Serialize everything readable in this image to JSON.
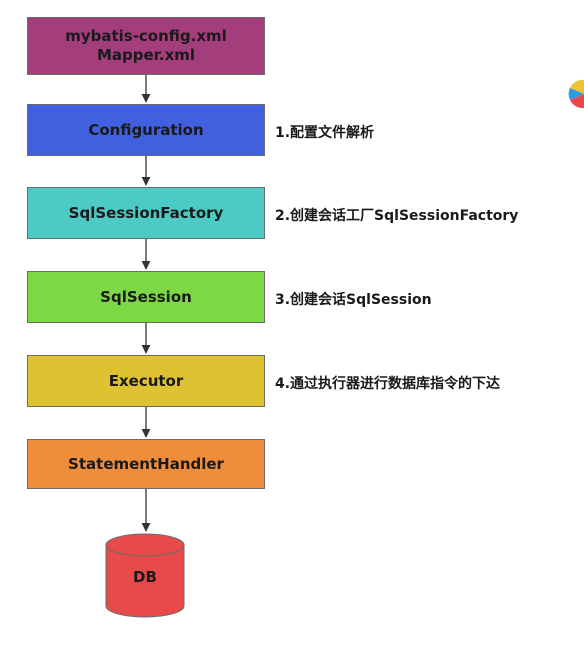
{
  "boxes": {
    "config_files": {
      "line1": "mybatis-config.xml",
      "line2": "Mapper.xml"
    },
    "configuration": "Configuration",
    "factory": "SqlSessionFactory",
    "session": "SqlSession",
    "executor": "Executor",
    "handler": "StatementHandler",
    "db": "DB"
  },
  "steps": {
    "step1": "1.配置文件解析",
    "step2": "2.创建会话工厂SqlSessionFactory",
    "step3": "3.创建会话SqlSession",
    "step4": "4.通过执行器进行数据库指令的下达"
  },
  "colors": {
    "config_files": "#a33d7c",
    "configuration": "#4060e0",
    "factory": "#4ccbc6",
    "session": "#7cd844",
    "executor": "#dec232",
    "handler": "#ef8d3c",
    "db": "#e84a4a"
  }
}
